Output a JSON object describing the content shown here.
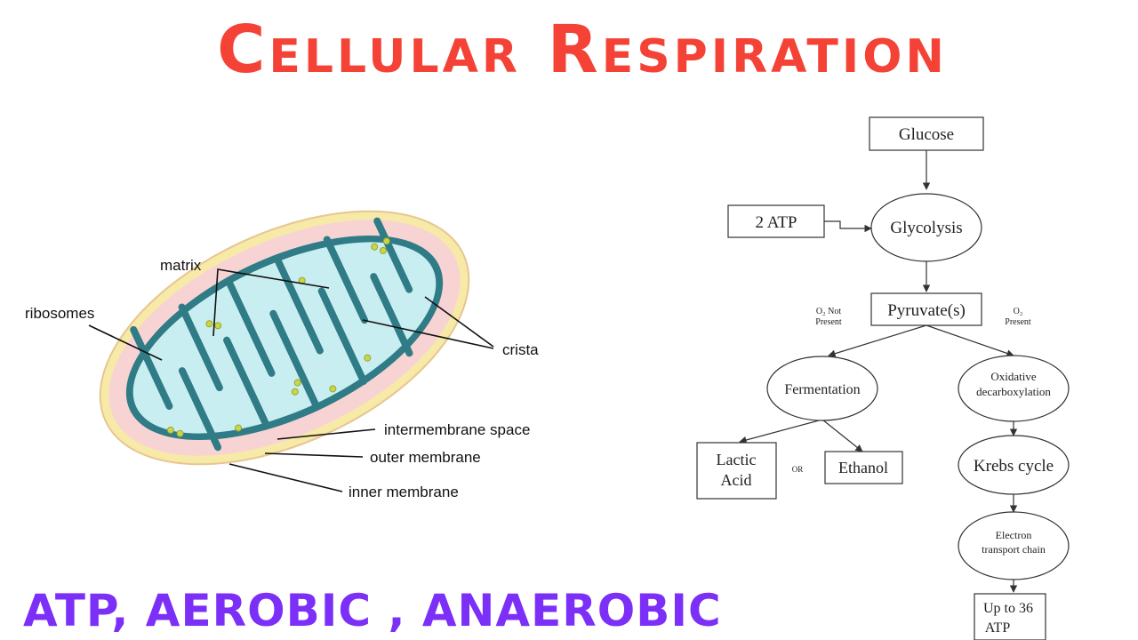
{
  "title": "Cellular Respiration",
  "subtitle": "ATP, AEROBIC , ANAEROBIC",
  "colors": {
    "title": "#f44336",
    "subtitle": "#7b2ff7",
    "outer_membrane": "#f7e9a8",
    "intermembrane_space": "#f8d3d3",
    "inner_membrane": "#2f7b86",
    "matrix": "#c9eef1",
    "ribosome": "#c9d64a"
  },
  "mitochondrion": {
    "labels": {
      "matrix": "matrix",
      "ribosomes": "ribosomes",
      "crista": "crista",
      "intermembrane_space": "intermembrane space",
      "outer_membrane": "outer membrane",
      "inner_membrane": "inner membrane"
    }
  },
  "flowchart": {
    "glucose": "Glucose",
    "atp2": "2 ATP",
    "glycolysis": "Glycolysis",
    "pyruvate": "Pyruvate(s)",
    "o2_not_present": [
      "O₂ Not",
      "Present"
    ],
    "o2_present": [
      "O₂",
      "Present"
    ],
    "fermentation": "Fermentation",
    "oxidative": [
      "Oxidative",
      "decarboxylation"
    ],
    "lactic_acid": [
      "Lactic",
      "Acid"
    ],
    "or": "OR",
    "ethanol": "Ethanol",
    "krebs": "Krebs cycle",
    "etc": [
      "Electron",
      "transport chain"
    ],
    "atp36": [
      "Up to 36",
      "ATP"
    ]
  }
}
